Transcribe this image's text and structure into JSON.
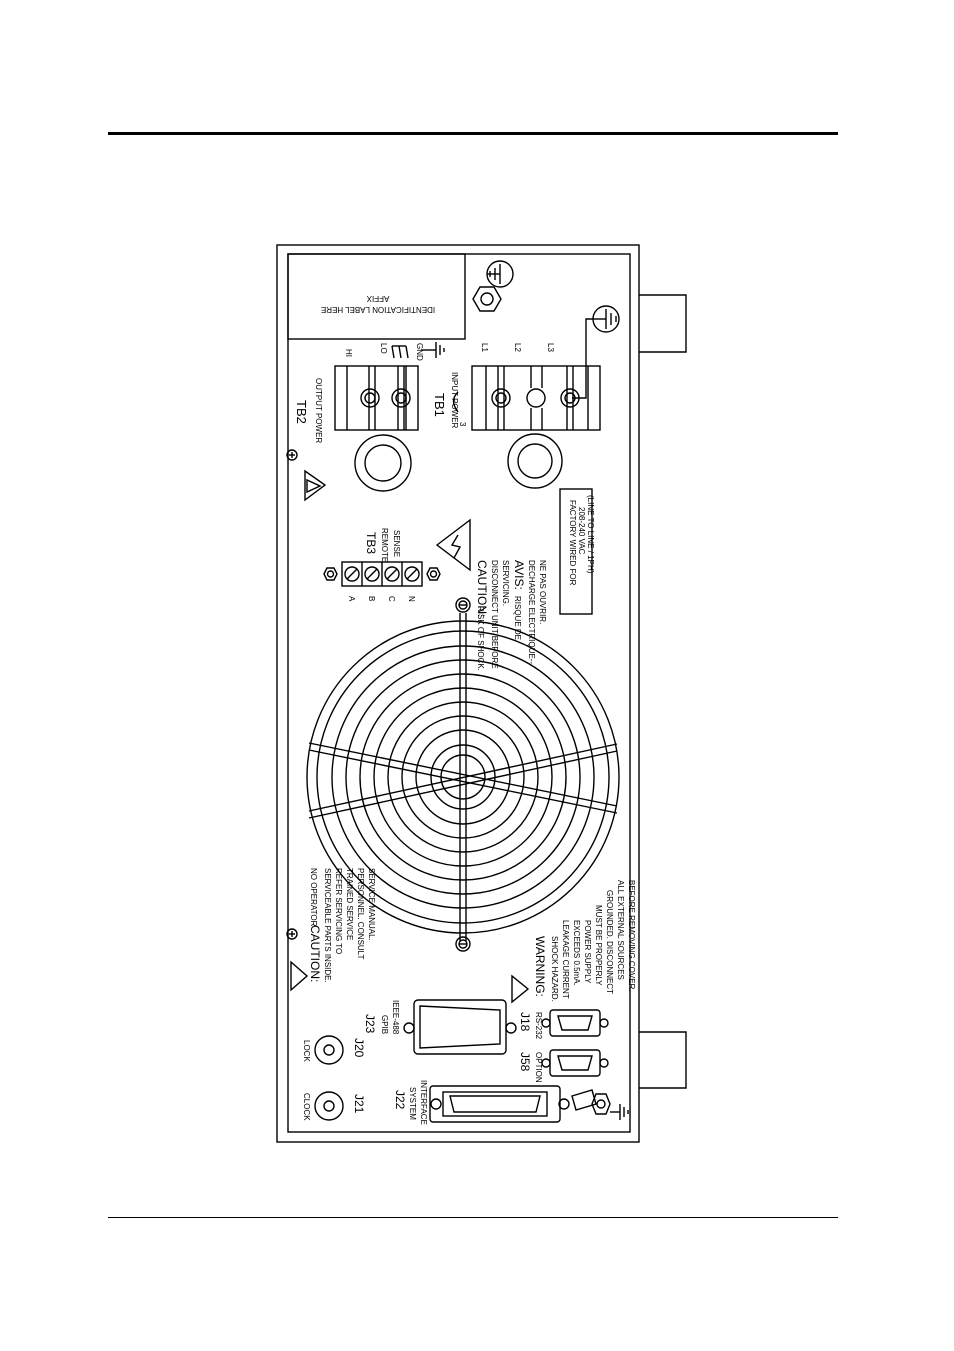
{
  "labels": {
    "affix": "AFFIX",
    "ident_label": "IDENTIFICATION LABEL HERE",
    "tb2": "TB2",
    "output_power": "OUTPUT POWER",
    "hi": "HI",
    "lo": "LO",
    "gnd": "GND",
    "tb1": "TB1",
    "input_power": "INPUT POWER",
    "three": "3",
    "l1": "L1",
    "l2": "L2",
    "l3": "L3",
    "tb3": "TB3",
    "remote": "REMOTE",
    "sense": "SENSE",
    "term_a": "A",
    "term_b": "B",
    "term_c": "C",
    "term_n": "N",
    "caution_shock_title": "CAUTION:",
    "caution_shock_1": "RISK OF SHOCK.",
    "caution_shock_2": "DISCONNECT UNIT BEFORE",
    "caution_shock_3": "SERVICING.",
    "avis_title": "AVIS:",
    "avis_1": "RISQUE DE",
    "avis_2": "DECHARGE ELECTRIQUE--",
    "avis_3": "NE PAS OUVRIR.",
    "factory_1": "FACTORY WIRED FOR",
    "factory_2": "208-240 VAC",
    "factory_3": "(LINE TO LINE / 1PH)",
    "caution_svc_title": "CAUTION:",
    "caution_svc_0": "NO OPERATOR",
    "caution_svc_1": "SERVICEABLE PARTS INSIDE.",
    "caution_svc_2": "REFER SERVICING TO",
    "caution_svc_3": "TRAINED SERVICE",
    "caution_svc_4": "PERSONNEL. CONSULT",
    "caution_svc_5": "SERVICE MANUAL.",
    "warning_title": "WARNING:",
    "warning_1": "SHOCK HAZARD.",
    "warning_2": "LEAKAGE CURRENT",
    "warning_3": "EXCEEDS 0.5mA.",
    "warning_4": "POWER SUPPLY",
    "warning_5": "MUST BE PROPERLY",
    "warning_6": "GROUNDED. DISCONNECT",
    "warning_7": "ALL EXTERNAL SOURCES",
    "warning_8": "BEFORE REMOVING COVER.",
    "lock": "LOCK",
    "j20": "J20",
    "clock": "CLOCK",
    "j21": "J21",
    "j23": "J23",
    "gpib": "GPIB",
    "ieee": "IEEE-488",
    "j22": "J22",
    "system": "SYSTEM",
    "interface": "INTERFACE",
    "j18": "J18",
    "rs232": "RS-232",
    "j58": "J58",
    "option": "OPTION"
  }
}
